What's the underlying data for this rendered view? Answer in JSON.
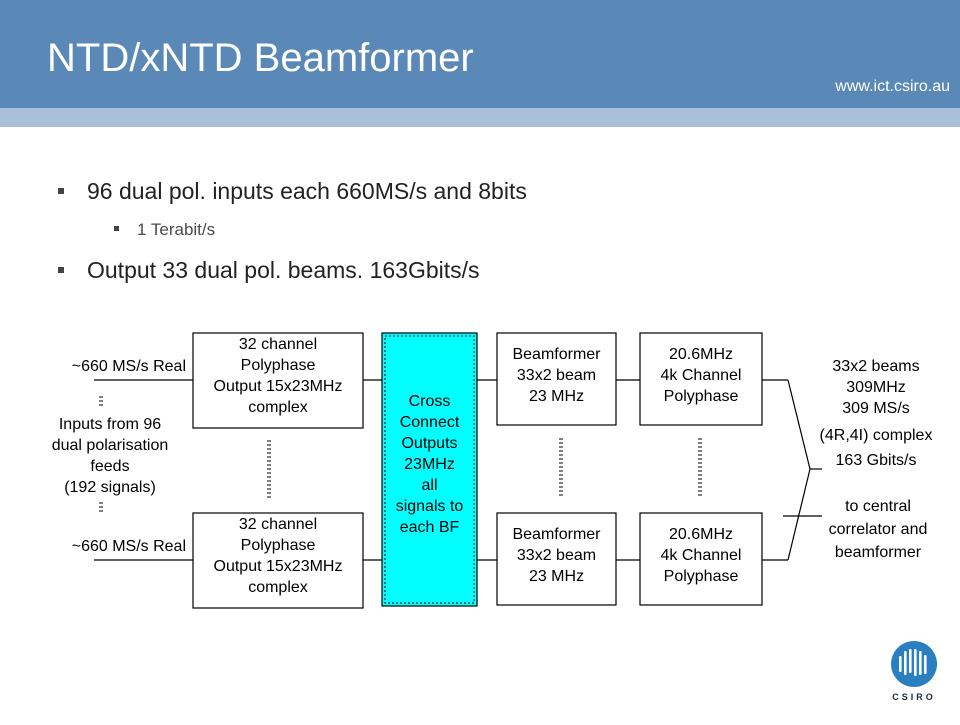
{
  "header": {
    "title": "NTD/xNTD Beamformer",
    "url": "www.ict.csiro.au"
  },
  "bullets": [
    {
      "level": 1,
      "text": "96 dual pol. inputs each 660MS/s and 8bits"
    },
    {
      "level": 2,
      "text": "1 Terabit/s"
    },
    {
      "level": 1,
      "text": "Output 33 dual pol. beams.   163Gbits/s"
    }
  ],
  "diagram": {
    "input_top": "~660 MS/s Real",
    "input_bottom": "~660 MS/s Real",
    "inputs_note": [
      "Inputs from 96",
      "dual polarisation",
      "feeds",
      "(192 signals)"
    ],
    "polyphase": [
      "32 channel",
      "Polyphase",
      "Output 15x23MHz",
      "complex"
    ],
    "cross_connect": [
      "Cross",
      "Connect",
      "Outputs",
      "23MHz",
      "all",
      "signals to",
      "each BF"
    ],
    "beamformer": [
      "Beamformer",
      "33x2 beam",
      "23 MHz"
    ],
    "channelizer": [
      "20.6MHz",
      "4k Channel",
      "Polyphase"
    ],
    "output_top": [
      "33x2 beams",
      "309MHz",
      "309 MS/s",
      "(4R,4I) complex",
      "163 Gbits/s"
    ],
    "output_bottom": [
      "to central",
      "correlator and",
      "beamformer"
    ],
    "colors": {
      "cross_connect_fill": "#00ffff",
      "box_stroke": "#000000"
    }
  },
  "logo": {
    "icon": "csiro-logo-icon",
    "text": "CSIRO",
    "color": "#2a7fc1"
  }
}
